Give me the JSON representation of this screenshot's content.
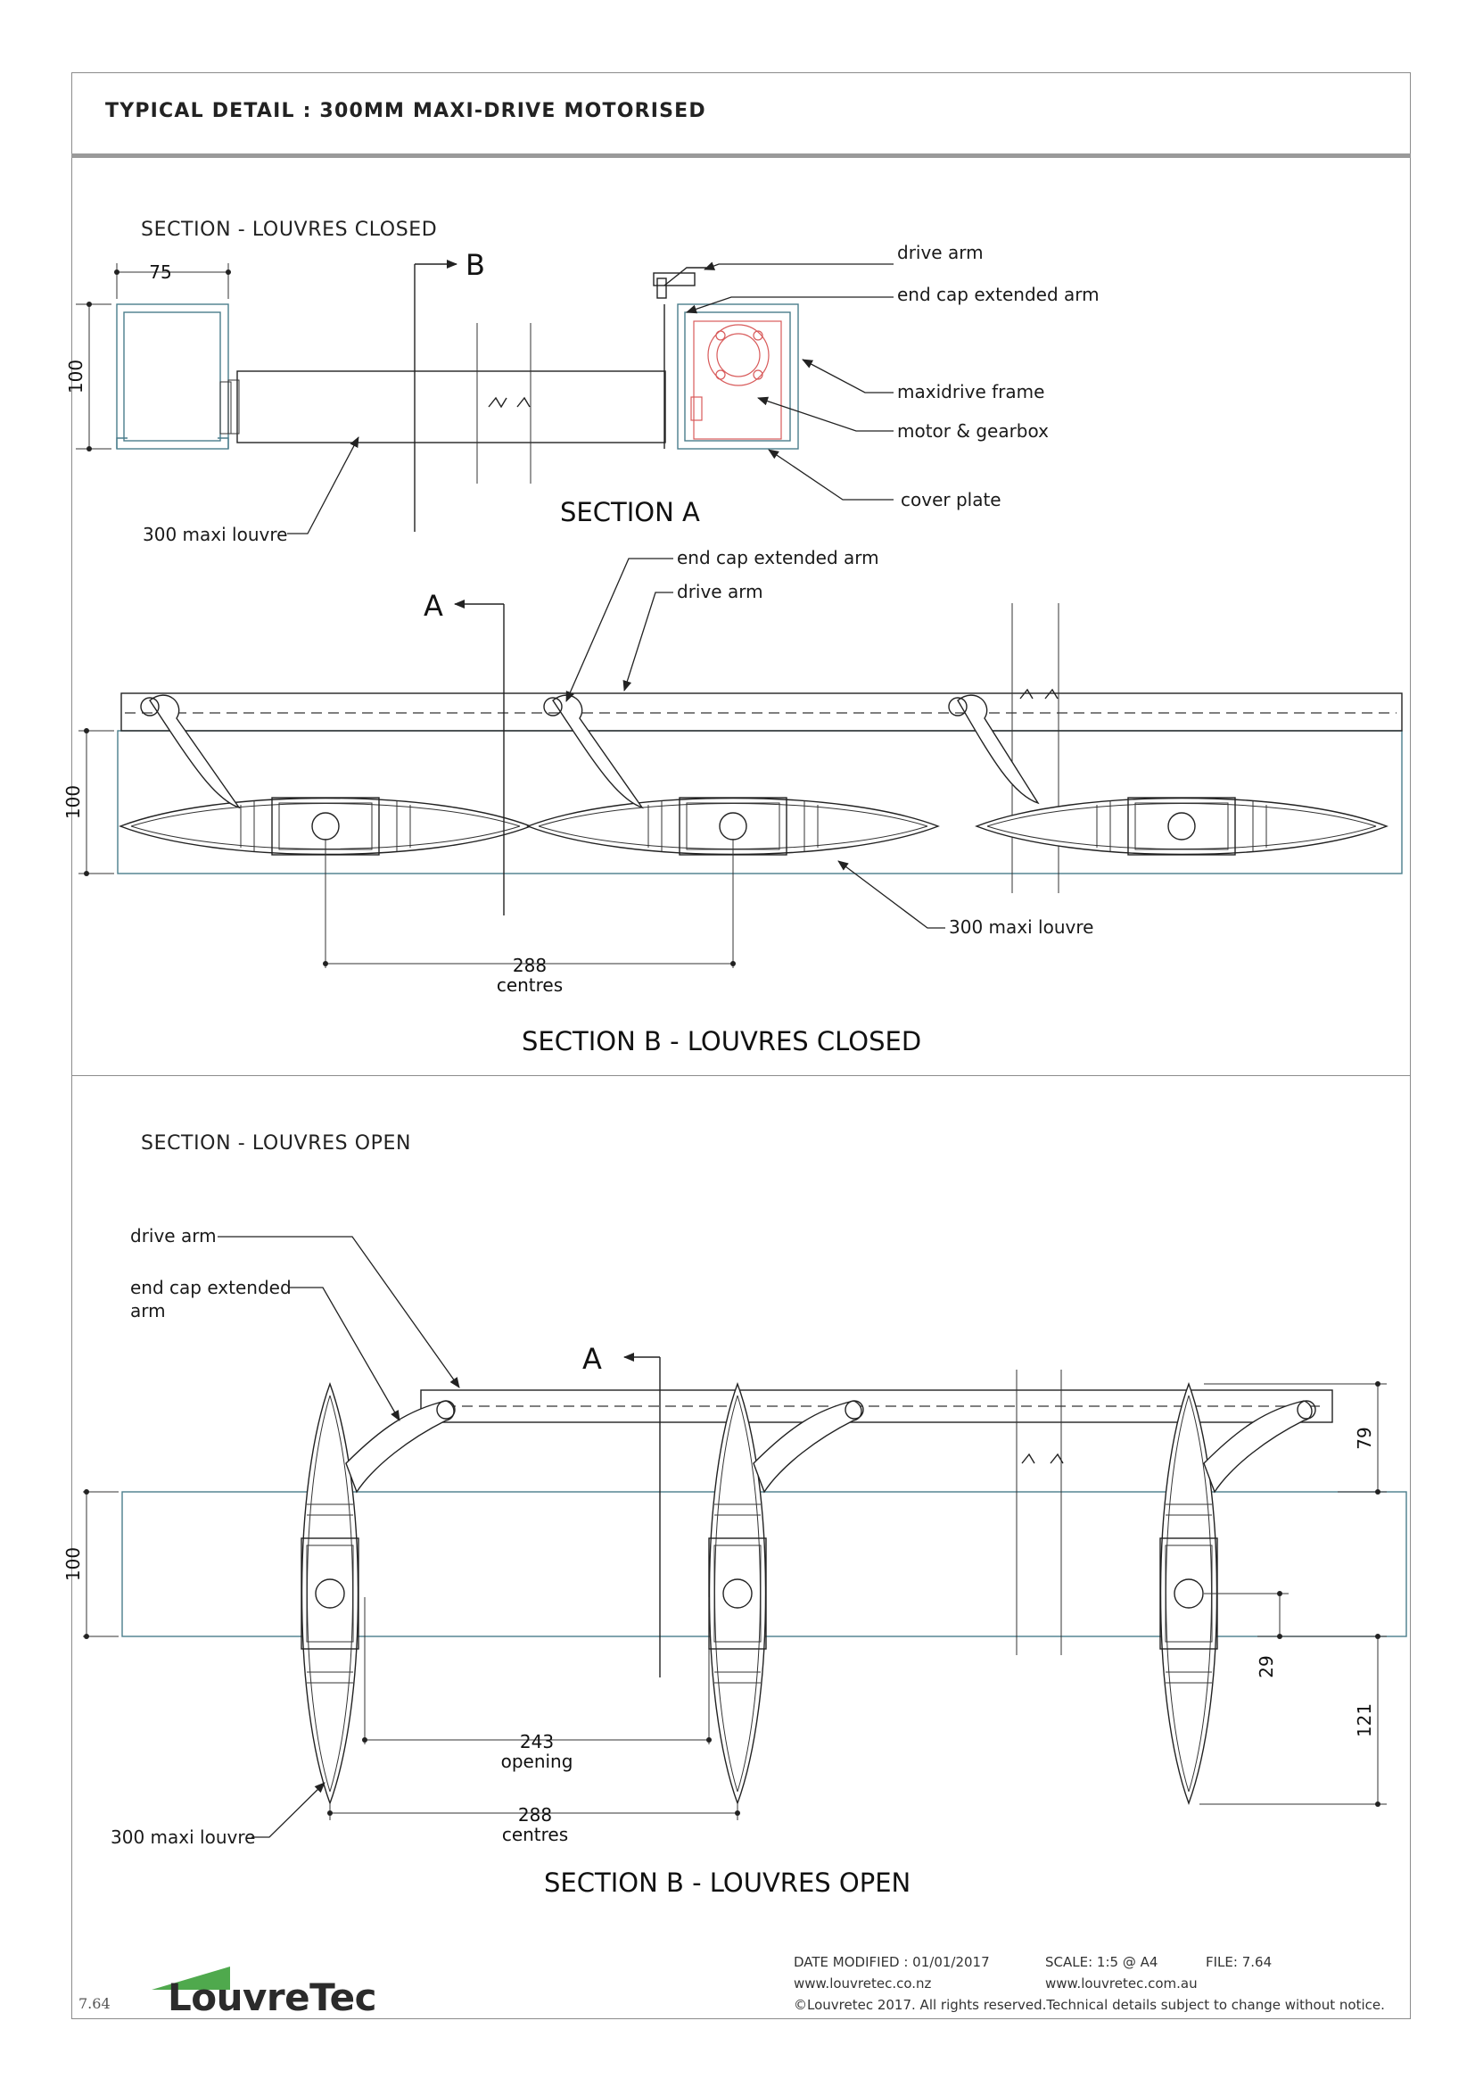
{
  "header": {
    "title": "TYPICAL DETAIL : 300MM MAXI-DRIVE MOTORISED"
  },
  "section_closed": {
    "subtitle": "SECTION - LOUVRES CLOSED",
    "marker_b": "B",
    "dim_width": "75",
    "dim_height": "100",
    "section_a_title": "SECTION A",
    "labels": {
      "drive_arm": "drive arm",
      "end_cap_arm": "end cap extended arm",
      "maxidrive_frame": "maxidrive frame",
      "motor_gearbox": "motor & gearbox",
      "cover_plate": "cover plate",
      "louvre": "300 maxi louvre"
    }
  },
  "section_b_closed": {
    "marker_a": "A",
    "labels": {
      "end_cap_arm": "end cap extended arm",
      "drive_arm": "drive arm",
      "louvre": "300 maxi louvre"
    },
    "dim_height": "100",
    "dim_centres": "288",
    "dim_centres_word": "centres",
    "title": "SECTION B - LOUVRES CLOSED"
  },
  "section_open": {
    "subtitle": "SECTION - LOUVRES OPEN",
    "marker_a": "A",
    "labels": {
      "drive_arm": "drive arm",
      "end_cap_arm_1": "end cap extended",
      "end_cap_arm_2": "arm",
      "louvre": "300 maxi louvre"
    },
    "dim_height": "100",
    "dim_opening": "243",
    "dim_opening_word": "opening",
    "dim_centres": "288",
    "dim_centres_word": "centres",
    "dim_79": "79",
    "dim_29": "29",
    "dim_121": "121",
    "title": "SECTION B -  LOUVRES OPEN"
  },
  "footer": {
    "date": "DATE MODIFIED : 01/01/2017",
    "scale": "SCALE: 1:5 @ A4",
    "file": "FILE: 7.64",
    "web_nz": "www.louvretec.co.nz",
    "web_au": "www.louvretec.com.au",
    "copyright": "©Louvretec 2017. All rights reserved.Technical details subject to change without notice.",
    "sheet": "7.64",
    "logo_text": "LouvreTec"
  }
}
